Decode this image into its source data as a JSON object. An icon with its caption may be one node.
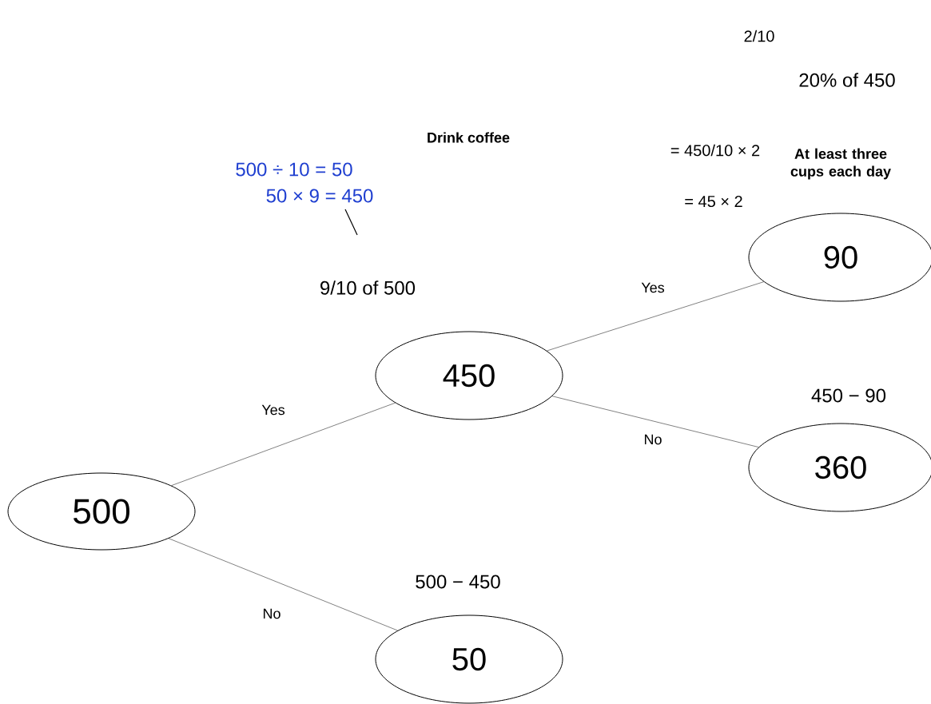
{
  "diagram": {
    "nodes": [
      {
        "text": [
          "500"
        ]
      },
      {
        "text": [
          "450"
        ]
      },
      {
        "text": [
          "50"
        ]
      },
      {
        "text": [
          "90"
        ]
      },
      {
        "text": [
          "360"
        ]
      }
    ],
    "edges": [
      {
        "from": 0,
        "to": 1,
        "arrow": "none",
        "label": "Yes"
      },
      {
        "from": 0,
        "to": 2,
        "arrow": "none",
        "label": "No"
      },
      {
        "from": 1,
        "to": 3,
        "arrow": "none",
        "label": "Yes"
      },
      {
        "from": 1,
        "to": 4,
        "arrow": "none",
        "label": "No"
      }
    ],
    "labels": [
      "2/10",
      "20% of 450",
      "Drink coffee",
      "= 450/10 × 2",
      "At least three cups each day",
      "500 ÷ 10 = 50",
      "50 × 9 = 450",
      "= 45 × 2",
      "9/10 of 500",
      "450 − 90",
      "500 − 450"
    ]
  }
}
